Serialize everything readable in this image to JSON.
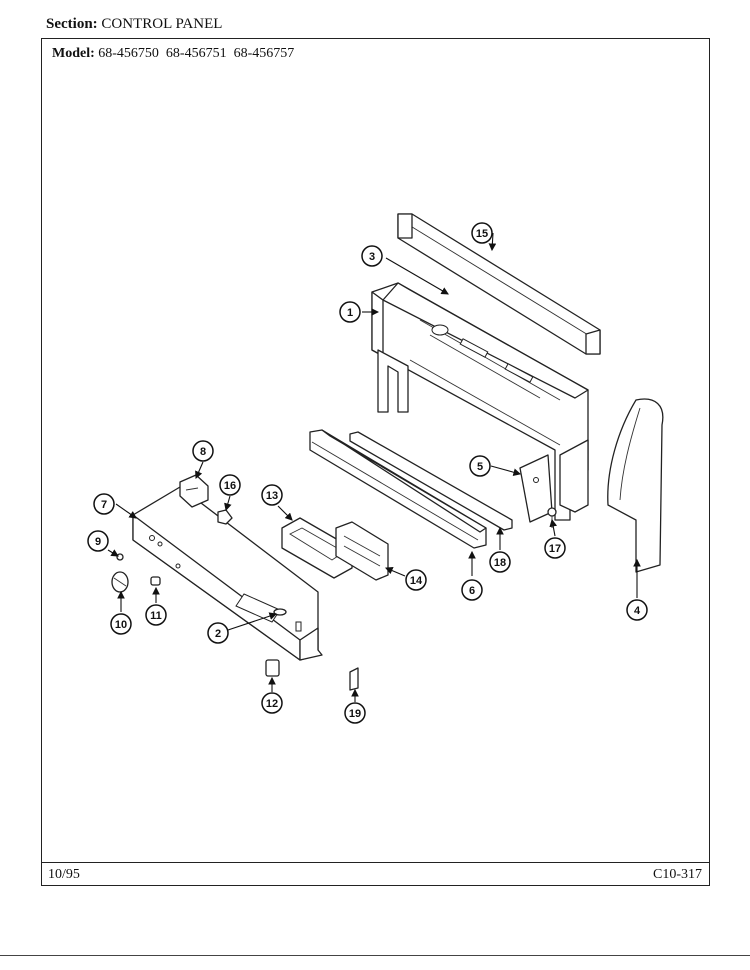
{
  "header": {
    "section_label": "Section:",
    "section_value": "CONTROL PANEL",
    "model_label": "Model:",
    "model_values": "68-456750  68-456751  68-456757"
  },
  "footer": {
    "date": "10/95",
    "code": "C10-317"
  },
  "callouts": [
    {
      "id": "1",
      "label": "1"
    },
    {
      "id": "2",
      "label": "2"
    },
    {
      "id": "3",
      "label": "3"
    },
    {
      "id": "4",
      "label": "4"
    },
    {
      "id": "5",
      "label": "5"
    },
    {
      "id": "6",
      "label": "6"
    },
    {
      "id": "7",
      "label": "7"
    },
    {
      "id": "8",
      "label": "8"
    },
    {
      "id": "9",
      "label": "9"
    },
    {
      "id": "10",
      "label": "10"
    },
    {
      "id": "11",
      "label": "11"
    },
    {
      "id": "12",
      "label": "12"
    },
    {
      "id": "13",
      "label": "13"
    },
    {
      "id": "14",
      "label": "14"
    },
    {
      "id": "15",
      "label": "15"
    },
    {
      "id": "16",
      "label": "16"
    },
    {
      "id": "17",
      "label": "17"
    },
    {
      "id": "18",
      "label": "18"
    },
    {
      "id": "19",
      "label": "19"
    }
  ]
}
